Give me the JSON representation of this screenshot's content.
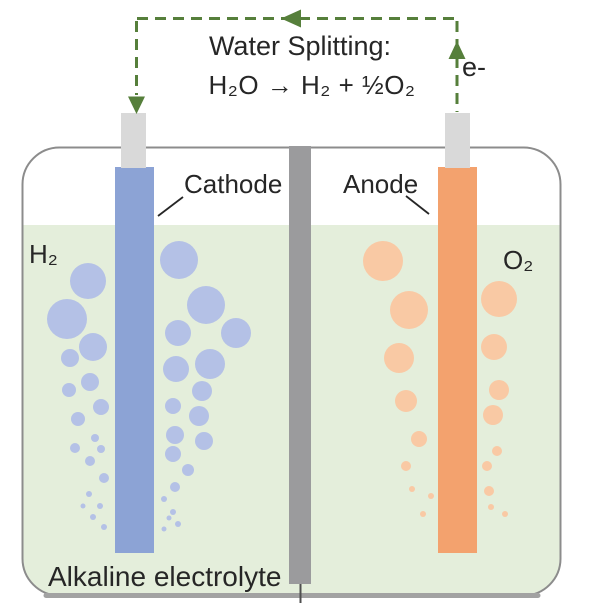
{
  "diagram_title": "Water Splitting:",
  "reaction_formula": "H₂O → H₂ + ½O₂",
  "circuit": {
    "electron_label": "e-"
  },
  "cell": {
    "cathode_label": "Cathode",
    "anode_label": "Anode",
    "cathode_gas_label": "H₂",
    "anode_gas_label": "O₂",
    "electrolyte_label": "Alkaline electrolyte"
  },
  "colors": {
    "circuit_green": "#567f3b",
    "cathode_blue": "#8ca3d5",
    "cathode_bubble_blue": "#b4c1e6",
    "anode_orange": "#f3a26e",
    "anode_bubble_orange": "#f9c9a4",
    "electrolyte_green": "#e4eedb",
    "separator_gray": "#9b9b9d",
    "separator_stem_gray": "#4f4f4f",
    "terminal_gray": "#d9d9d9",
    "container_border_gray": "#8c8c8c",
    "container_bottom_gray": "#a2a2a2",
    "text_dark": "#262626"
  },
  "bubbles": {
    "cathode": [
      [
        88,
        281,
        18
      ],
      [
        67,
        319,
        20
      ],
      [
        93,
        347,
        14
      ],
      [
        70,
        358,
        9
      ],
      [
        90,
        382,
        9
      ],
      [
        69,
        390,
        7
      ],
      [
        101,
        407,
        8
      ],
      [
        78,
        419,
        7
      ],
      [
        95,
        438,
        4
      ],
      [
        75,
        448,
        5
      ],
      [
        101,
        449,
        4
      ],
      [
        90,
        461,
        5
      ],
      [
        104,
        478,
        5
      ],
      [
        89,
        494,
        3
      ],
      [
        83,
        506,
        2.5
      ],
      [
        100,
        506,
        3
      ],
      [
        93,
        517,
        3
      ],
      [
        104,
        527,
        3
      ],
      [
        179,
        260,
        19
      ],
      [
        206,
        305,
        19
      ],
      [
        178,
        333,
        13
      ],
      [
        236,
        333,
        15
      ],
      [
        210,
        364,
        15
      ],
      [
        176,
        369,
        13
      ],
      [
        202,
        391,
        10
      ],
      [
        173,
        406,
        8
      ],
      [
        199,
        416,
        10
      ],
      [
        175,
        435,
        9
      ],
      [
        204,
        441,
        9
      ],
      [
        173,
        454,
        8
      ],
      [
        188,
        470,
        6
      ],
      [
        175,
        487,
        5
      ],
      [
        164,
        499,
        3
      ],
      [
        173,
        512,
        3
      ],
      [
        169,
        518,
        2.5
      ],
      [
        178,
        524,
        3
      ],
      [
        164,
        529,
        2.5
      ]
    ],
    "anode": [
      [
        383,
        261,
        20
      ],
      [
        409,
        310,
        19
      ],
      [
        399,
        358,
        15
      ],
      [
        406,
        401,
        11
      ],
      [
        419,
        439,
        8
      ],
      [
        406,
        466,
        5
      ],
      [
        412,
        489,
        3
      ],
      [
        431,
        496,
        3
      ],
      [
        423,
        514,
        3
      ],
      [
        499,
        299,
        18
      ],
      [
        494,
        347,
        13
      ],
      [
        499,
        390,
        10
      ],
      [
        493,
        415,
        10
      ],
      [
        497,
        451,
        5
      ],
      [
        487,
        466,
        5
      ],
      [
        489,
        491,
        5
      ],
      [
        491,
        507,
        3
      ],
      [
        505,
        514,
        3
      ]
    ]
  }
}
